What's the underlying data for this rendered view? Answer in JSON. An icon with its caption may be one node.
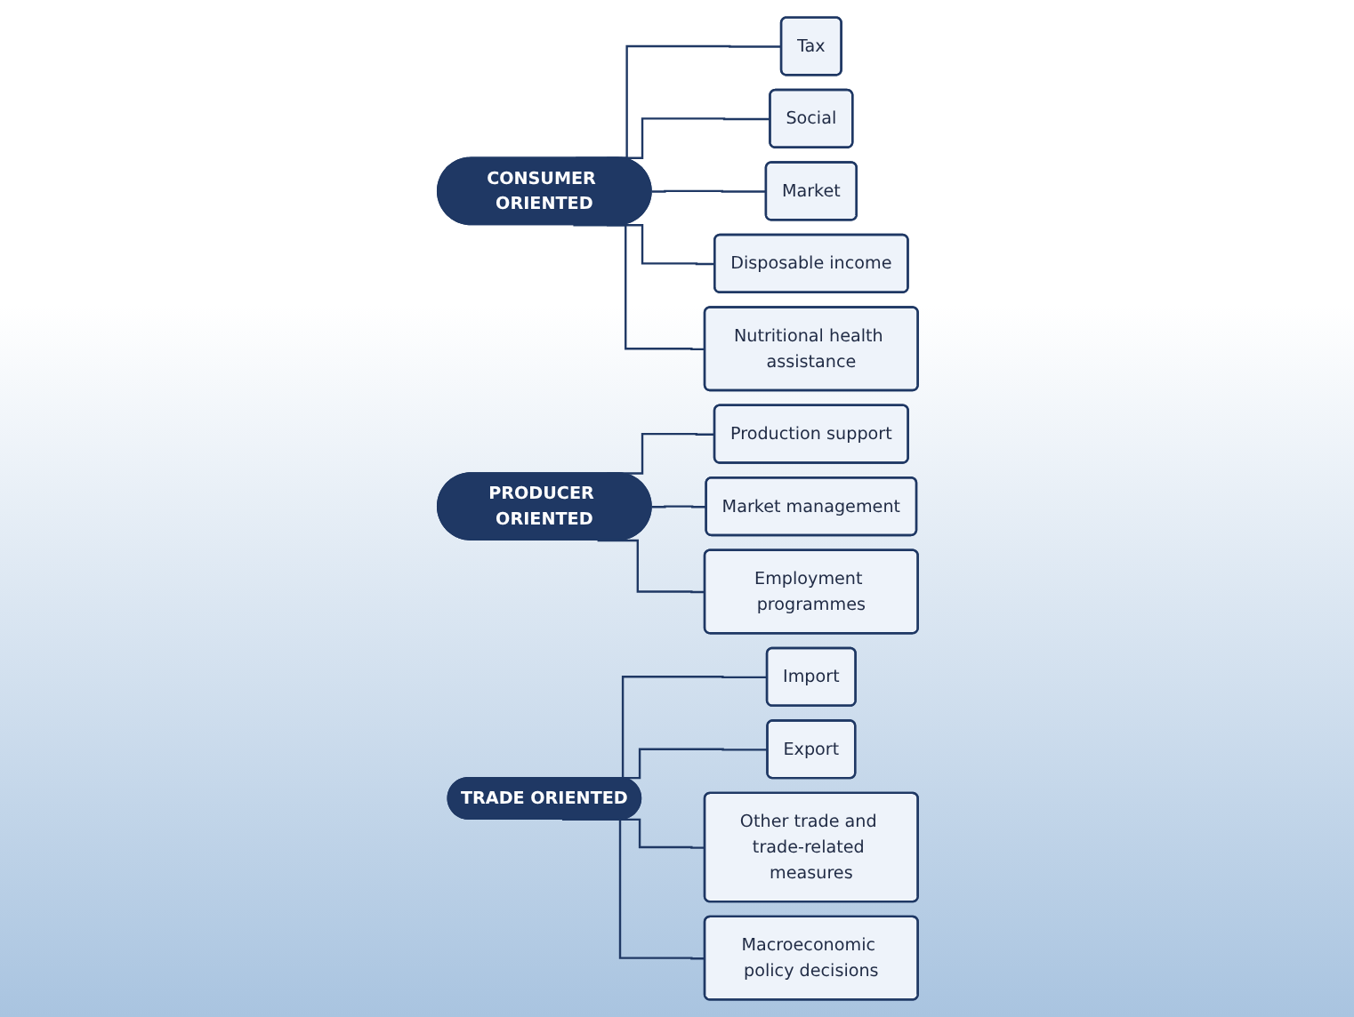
{
  "diagram": {
    "nodes": [
      {
        "text": [
          "CONSUMER ORIENTED"
        ]
      },
      {
        "text": [
          "Tax"
        ]
      },
      {
        "text": [
          "Social"
        ]
      },
      {
        "text": [
          "Market"
        ]
      },
      {
        "text": [
          "Disposable income"
        ]
      },
      {
        "text": [
          "Nutritional health assistance"
        ]
      },
      {
        "text": [
          "PRODUCER ORIENTED"
        ]
      },
      {
        "text": [
          "Production support"
        ]
      },
      {
        "text": [
          "Market management"
        ]
      },
      {
        "text": [
          "Employment programmes"
        ]
      },
      {
        "text": [
          "TRADE ORIENTED"
        ]
      },
      {
        "text": [
          "Import"
        ]
      },
      {
        "text": [
          "Export"
        ]
      },
      {
        "text": [
          "Other trade and trade-related measures"
        ]
      },
      {
        "text": [
          "Macroeconomic policy decisions"
        ]
      }
    ],
    "edges": [
      {
        "from": 0,
        "to": 1,
        "arrow": "none"
      },
      {
        "from": 0,
        "to": 2,
        "arrow": "none"
      },
      {
        "from": 0,
        "to": 3,
        "arrow": "none"
      },
      {
        "from": 0,
        "to": 4,
        "arrow": "none"
      },
      {
        "from": 0,
        "to": 5,
        "arrow": "none"
      },
      {
        "from": 6,
        "to": 7,
        "arrow": "none"
      },
      {
        "from": 6,
        "to": 8,
        "arrow": "none"
      },
      {
        "from": 6,
        "to": 9,
        "arrow": "none"
      },
      {
        "from": 10,
        "to": 11,
        "arrow": "none"
      },
      {
        "from": 10,
        "to": 12,
        "arrow": "none"
      },
      {
        "from": 10,
        "to": 13,
        "arrow": "none"
      },
      {
        "from": 10,
        "to": 14,
        "arrow": "none"
      }
    ]
  }
}
